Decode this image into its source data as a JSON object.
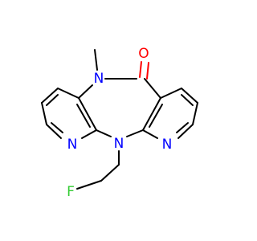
{
  "colors": {
    "bond": "#000000",
    "nitrogen": "#0000ff",
    "oxygen": "#ff0000",
    "fluorine": "#33cc33"
  },
  "atoms": {
    "n_methyl": "N",
    "o_carbonyl": "O",
    "n_pyridine_left": "N",
    "n_central": "N",
    "n_pyridine_right": "N",
    "fluorine": "F"
  }
}
